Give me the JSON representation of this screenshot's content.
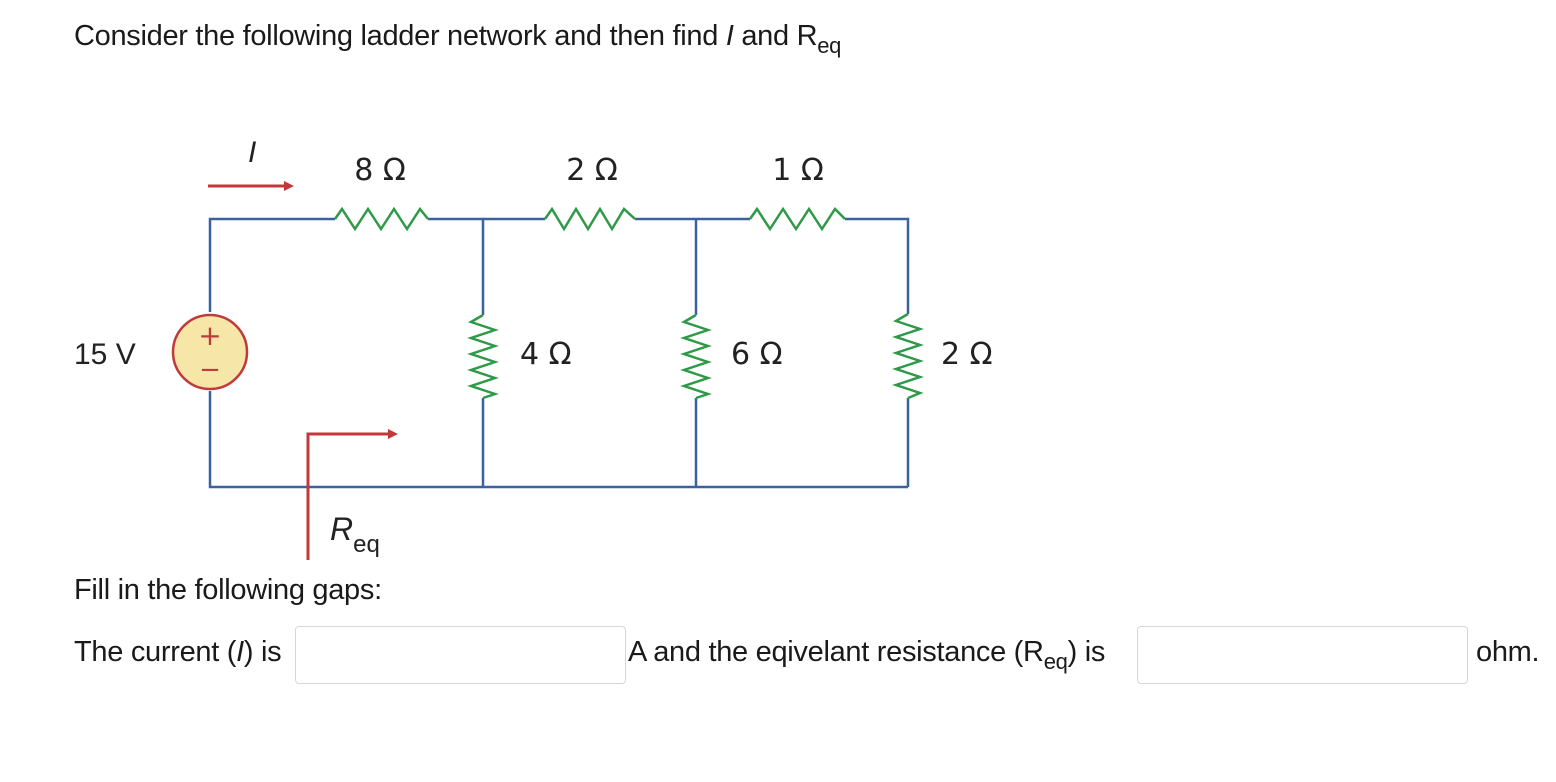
{
  "question": {
    "text_before": "Consider the following ladder network and then find ",
    "current_symbol": "I",
    "text_and": " and ",
    "req_main": "R",
    "req_sub": "eq"
  },
  "circuit": {
    "source_label": "15 V",
    "source_plus": "+",
    "source_minus": "−",
    "current_label": "I",
    "req_label_main": "R",
    "req_label_sub": "eq",
    "resistors": {
      "series_1": "8 Ω",
      "series_2": "2 Ω",
      "series_3": "1 Ω",
      "shunt_1": "4 Ω",
      "shunt_2": "6 Ω",
      "shunt_3": "2 Ω"
    },
    "colors": {
      "wire": "#3b62a0",
      "resistor": "#2e9a47",
      "arrow": "#c0393b",
      "source_fill": "#f6e6a8",
      "source_stroke": "#c0393b"
    }
  },
  "fill": {
    "heading": "Fill in the following gaps:",
    "current_prefix": "The current (",
    "current_symbol": "I",
    "current_suffix": ") is",
    "current_value": "",
    "mid_text": "A and the eqivelant resistance (",
    "req_main": "R",
    "req_sub": "eq",
    "req_suffix": ") is",
    "req_value": "",
    "unit": "ohm."
  }
}
